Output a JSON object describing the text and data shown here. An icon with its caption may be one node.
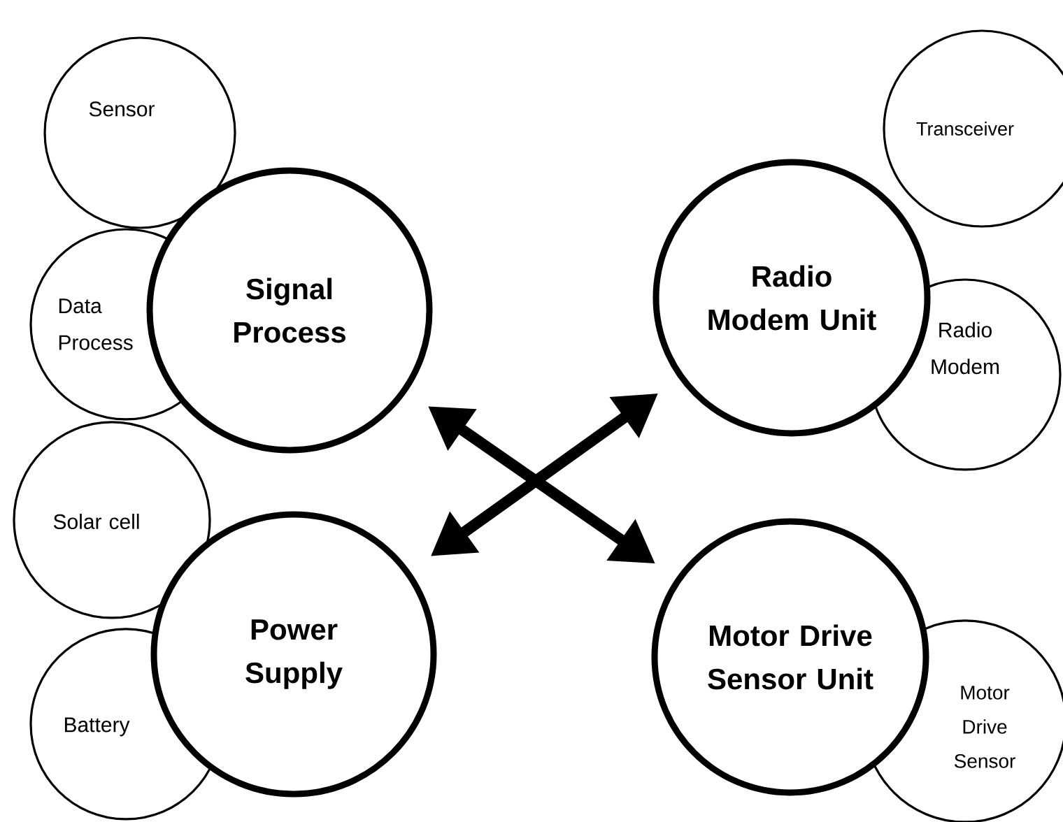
{
  "diagram": {
    "nodes": [
      {
        "text": [
          "Sensor"
        ]
      },
      {
        "text": [
          "Data Process"
        ]
      },
      {
        "text": [
          "Signal Process"
        ]
      },
      {
        "text": [
          "Transceiver"
        ]
      },
      {
        "text": [
          "Radio Modem"
        ]
      },
      {
        "text": [
          "Radio Modem Unit"
        ]
      },
      {
        "text": [
          "Solar cell"
        ]
      },
      {
        "text": [
          "Battery"
        ]
      },
      {
        "text": [
          "Power Supply"
        ]
      },
      {
        "text": [
          "Motor Drive Sensor"
        ]
      },
      {
        "text": [
          "Motor Drive Sensor Unit"
        ]
      }
    ],
    "edges": [
      {
        "from": 2,
        "to": 10,
        "arrow": "both"
      },
      {
        "from": 5,
        "to": 8,
        "arrow": "both"
      }
    ]
  }
}
